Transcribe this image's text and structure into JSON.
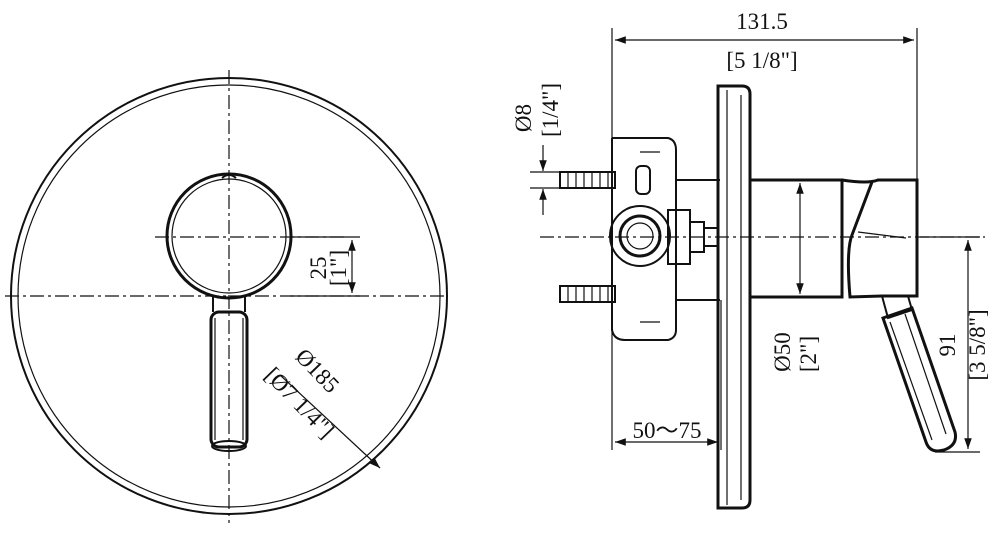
{
  "dimensions": {
    "overall_depth_mm": "131.5",
    "overall_depth_in": "[5 1/8\"]",
    "inlet_diameter_mm": "Ø8",
    "inlet_diameter_in": "[1/4\"]",
    "lever_offset_mm": "25",
    "lever_offset_in": "[1\"]",
    "plate_diameter_mm": "Ø185",
    "plate_diameter_in": "[Ø7 1/4\"]",
    "body_diameter_mm": "Ø50",
    "body_diameter_in": "[2\"]",
    "wall_depth_range": "50～75",
    "lever_height_mm": "91",
    "lever_height_in": "[3 5/8\"]"
  }
}
